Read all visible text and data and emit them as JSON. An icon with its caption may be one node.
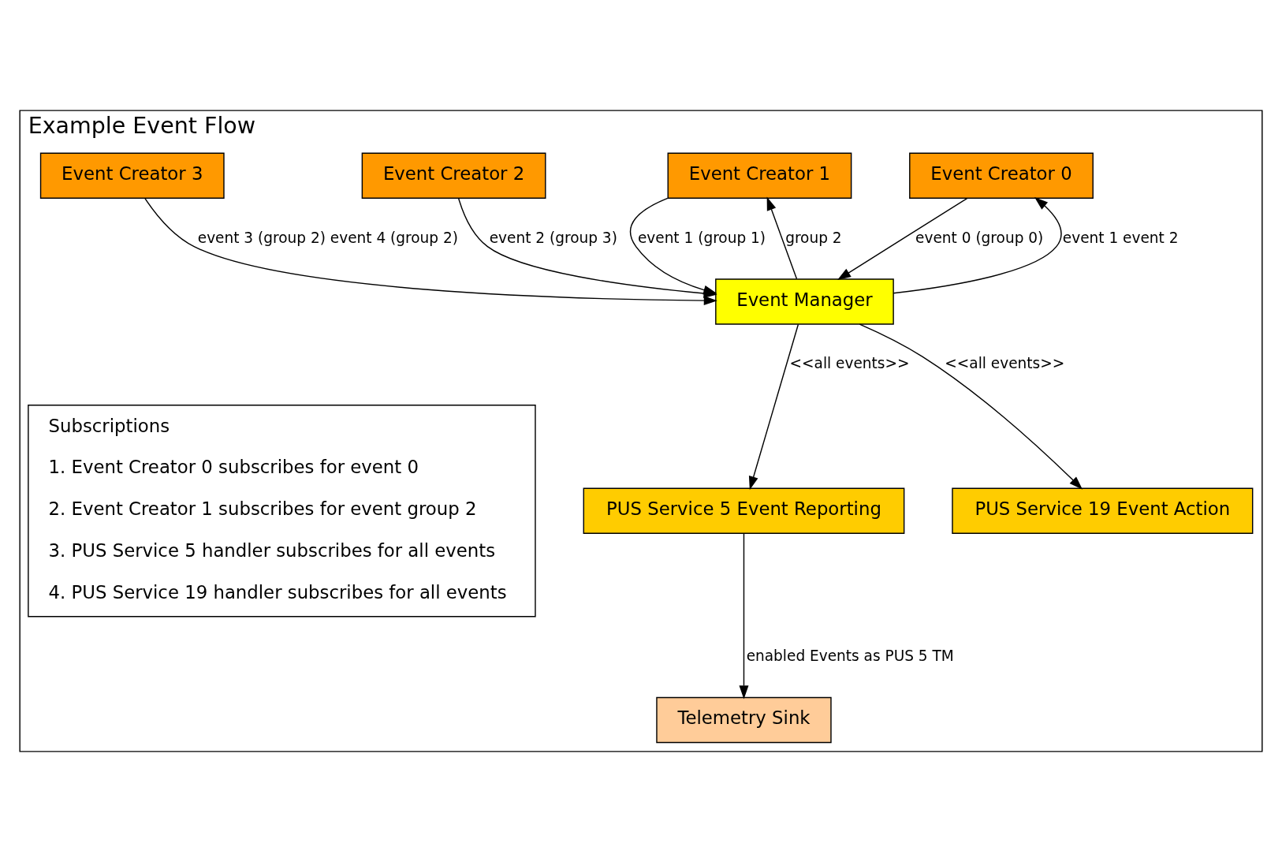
{
  "diagram": {
    "nodes": [
      {
        "text": [
          "Example Event Flow"
        ]
      },
      {
        "text": [
          "Event Creator 0"
        ],
        "in": 0
      },
      {
        "text": [
          "Event Creator 1"
        ],
        "in": 0
      },
      {
        "text": [
          "Event Creator 2"
        ],
        "in": 0
      },
      {
        "text": [
          "Event Creator 3"
        ],
        "in": 0
      },
      {
        "text": [
          "Event Manager"
        ],
        "in": 0
      },
      {
        "text": [
          "PUS Service 5 Event Reporting"
        ],
        "in": 0
      },
      {
        "text": [
          "PUS Service 19 Event Action"
        ],
        "in": 0
      },
      {
        "text": [
          "Telemetry Sink"
        ],
        "in": 0
      },
      {
        "text": [
          "Subscriptions",
          "1. Event Creator 0 subscribes for event 0",
          "2. Event Creator 1 subscribes for event group 2",
          "3. PUS Service 5 handler subscribes for all events",
          "4. PUS Service 19 handler subscribes for all events"
        ],
        "in": 0
      }
    ],
    "edges": [
      {
        "from": 1,
        "to": 5,
        "arrow": "to",
        "label": "event 0 (group 0)"
      },
      {
        "from": 5,
        "to": 1,
        "arrow": "to",
        "label": "event 1 event 2"
      },
      {
        "from": 5,
        "to": 2,
        "arrow": "to",
        "label": "group 2"
      },
      {
        "from": 2,
        "to": 5,
        "arrow": "to",
        "label": "event 1 (group 1)"
      },
      {
        "from": 3,
        "to": 5,
        "arrow": "to",
        "label": "event 2 (group 3)"
      },
      {
        "from": 4,
        "to": 5,
        "arrow": "to",
        "label": "event 3 (group 2) event 4 (group 2)"
      },
      {
        "from": 5,
        "to": 6,
        "arrow": "to",
        "label": "<<all events>>"
      },
      {
        "from": 5,
        "to": 7,
        "arrow": "to",
        "label": "<<all events>>"
      },
      {
        "from": 6,
        "to": 8,
        "arrow": "to",
        "label": "enabled Events as PUS 5 TM"
      }
    ]
  }
}
